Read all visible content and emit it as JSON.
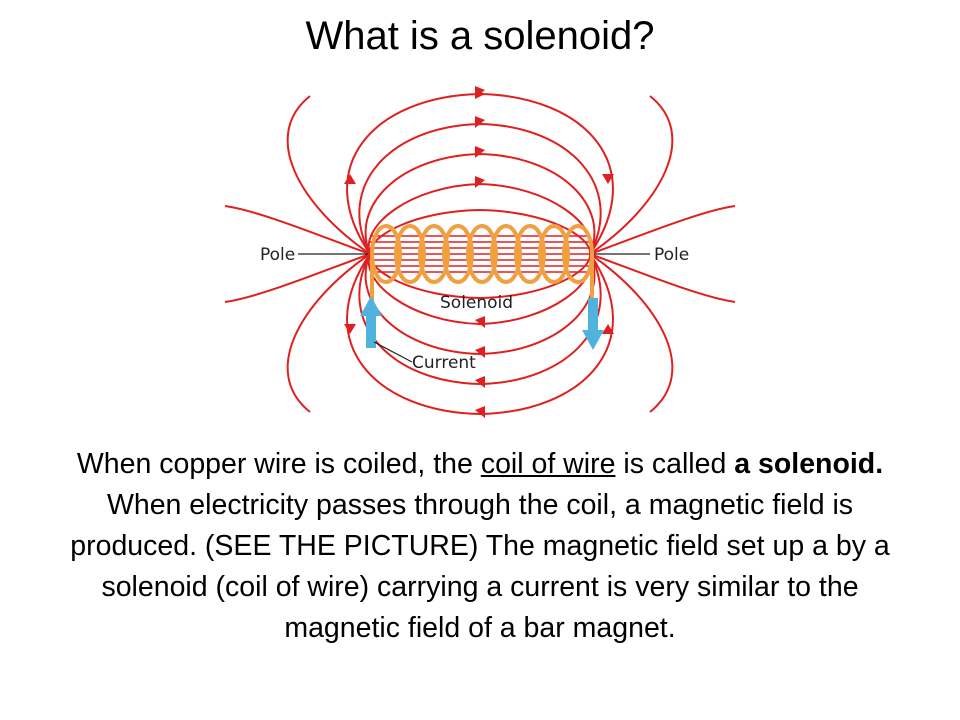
{
  "slide": {
    "title": "What is a solenoid?"
  },
  "diagram": {
    "labels": {
      "pole_left": "Pole",
      "pole_right": "Pole",
      "solenoid": "Solenoid",
      "current": "Current"
    },
    "colors": {
      "field_lines": "#e02020",
      "coil": "#f0a040",
      "current_arrows": "#4fb3dd"
    }
  },
  "body": {
    "s1": "When  copper wire is coiled,  the ",
    "s2": "coil of wire",
    "s3": " is called ",
    "s4": "a solenoid.",
    "s5": " When electricity passes through the coil, a magnetic field is produced. (SEE THE PICTURE) The magnetic field set up a by a solenoid (coil of wire) carrying a current is very similar to the magnetic field of a bar magnet."
  }
}
